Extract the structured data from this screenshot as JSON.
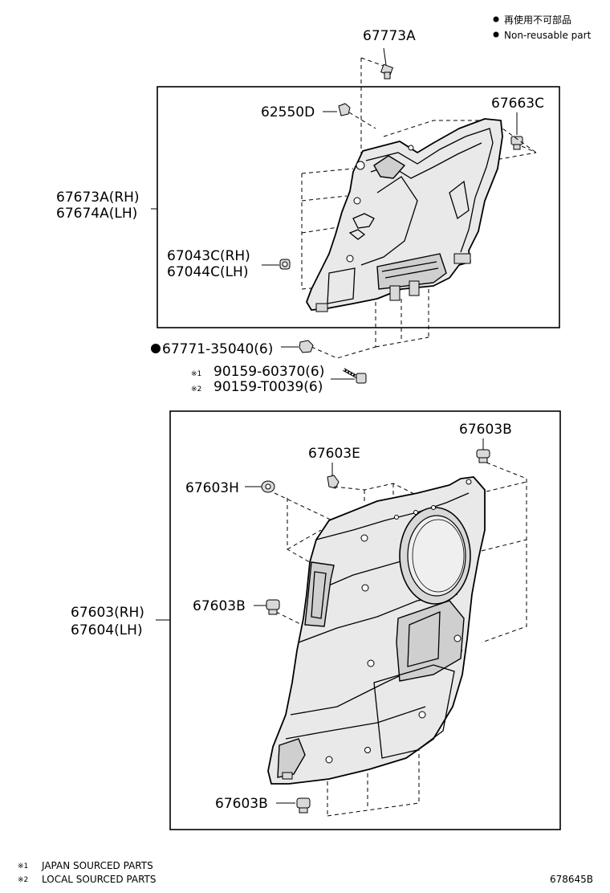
{
  "legend": {
    "item1": "再使用不可部品",
    "item2": "Non-reusable part"
  },
  "labels": {
    "p67773A": "67773A",
    "p62550D": "62550D",
    "p67663C": "67663C",
    "p67673A": "67673A(RH)",
    "p67674A": "67674A(LH)",
    "p67043C": "67043C(RH)",
    "p67044C": "67044C(LH)",
    "p67771_prefix": "●",
    "p67771": "67771-35040(6)",
    "p90159a_mark": "※1",
    "p90159a": "90159-60370(6)",
    "p90159b_mark": "※2",
    "p90159b": "90159-T0039(6)",
    "p67603B_top": "67603B",
    "p67603E": "67603E",
    "p67603H": "67603H",
    "p67603_rh": "67603(RH)",
    "p67604_lh": "67604(LH)",
    "p67603B_mid": "67603B",
    "p67603B_bot": "67603B"
  },
  "footnotes": {
    "note1_mark": "※1",
    "note1": "JAPAN SOURCED PARTS",
    "note2_mark": "※2",
    "note2": "LOCAL SOURCED PARTS"
  },
  "diagram_id": "678645B"
}
